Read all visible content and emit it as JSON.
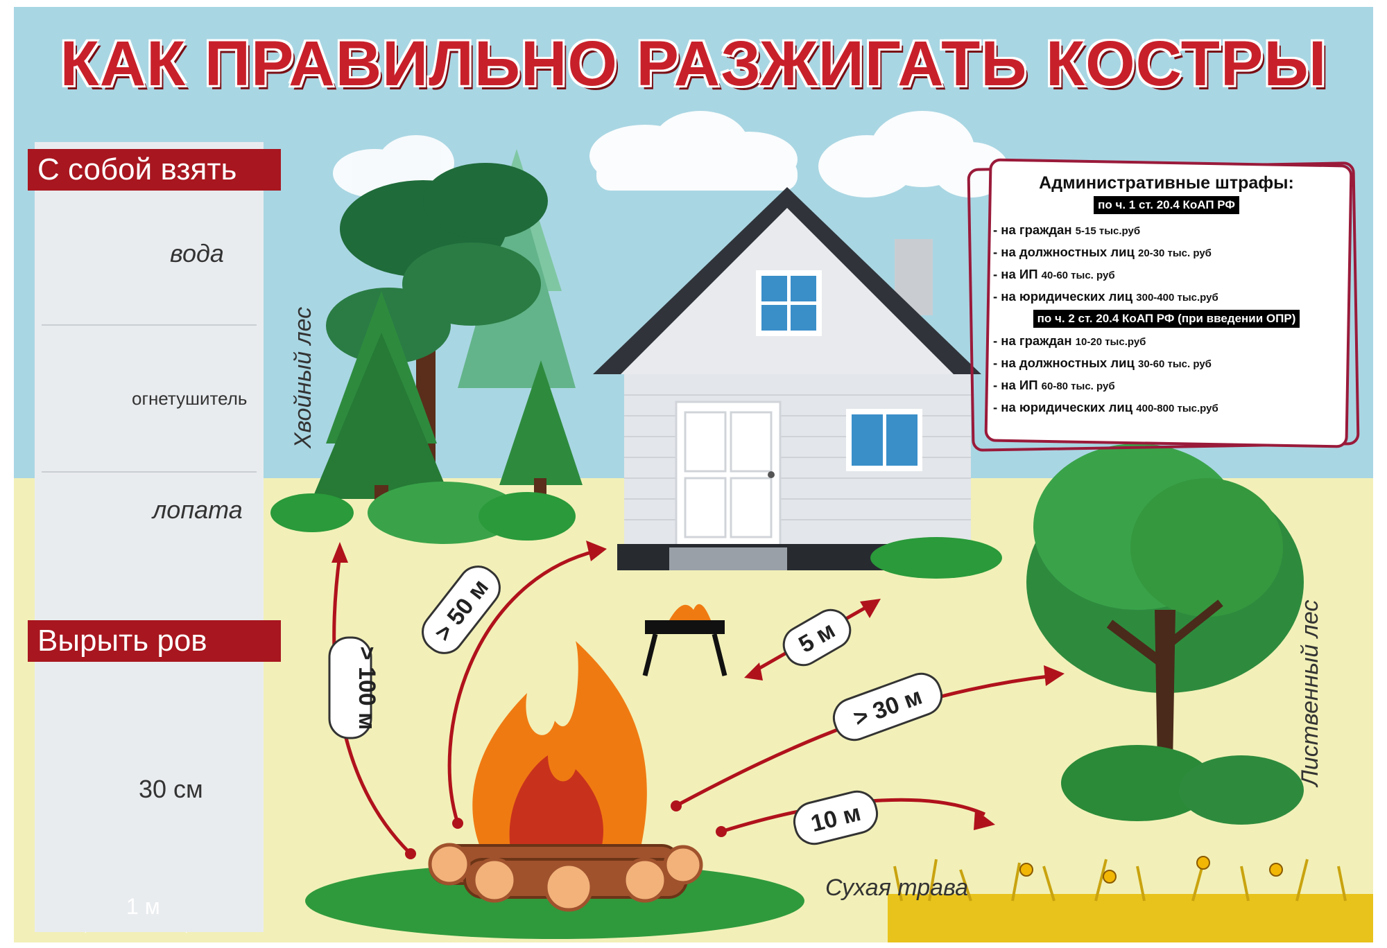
{
  "title": "КАК ПРАВИЛЬНО РАЗЖИГАТЬ КОСТРЫ",
  "take_with": {
    "heading": "С собой взять",
    "items": [
      {
        "label": "вода",
        "icon": "bucket-icon"
      },
      {
        "label": "огнетушитель",
        "icon": "fire-extinguisher-icon"
      },
      {
        "label": "лопата",
        "icon": "shovel-icon"
      }
    ]
  },
  "ditch": {
    "heading": "Вырыть ров",
    "depth_label": "30 см",
    "width_label": "1 м"
  },
  "fines": {
    "heading": "Административные штрафы:",
    "part1_law": "по ч. 1 ст. 20.4 КоАП РФ",
    "part1_lines": [
      {
        "who": "- на граждан ",
        "amount": "5-15 тыс.руб"
      },
      {
        "who": "- на должностных лиц ",
        "amount": "20-30 тыс. руб"
      },
      {
        "who": "- на ИП  ",
        "amount": "40-60 тыс. руб"
      },
      {
        "who": "- на юридических лиц   ",
        "amount": "300-400 тыс.руб"
      }
    ],
    "part2_law": "по ч. 2 ст. 20.4 КоАП РФ (при введении ОПР)",
    "part2_lines": [
      {
        "who": "- на граждан ",
        "amount": "10-20 тыс.руб"
      },
      {
        "who": "- на должностных лиц  ",
        "amount": "30-60  тыс. руб"
      },
      {
        "who": "- на ИП  ",
        "amount": "60-80  тыс. руб"
      },
      {
        "who": "- на юридических лиц  ",
        "amount": "400-800  тыс.руб"
      }
    ]
  },
  "scene": {
    "conifer_label": "Хвойный лес",
    "deciduous_label": "Лиственный лес",
    "dry_grass_label": "Сухая трава",
    "distances": {
      "conifer": "> 100 м",
      "house": "> 50 м",
      "grill": "5 м",
      "deciduous": "> 30 м",
      "grass": "10 м"
    }
  },
  "colors": {
    "sky": "#a9d6e3",
    "meadow": "#f2f0b8",
    "red": "#a8161f",
    "title_red": "#c8202a",
    "arrow_red": "#b0121c",
    "tree_green": "#2e7d32",
    "fire_orange": "#f07a12"
  }
}
